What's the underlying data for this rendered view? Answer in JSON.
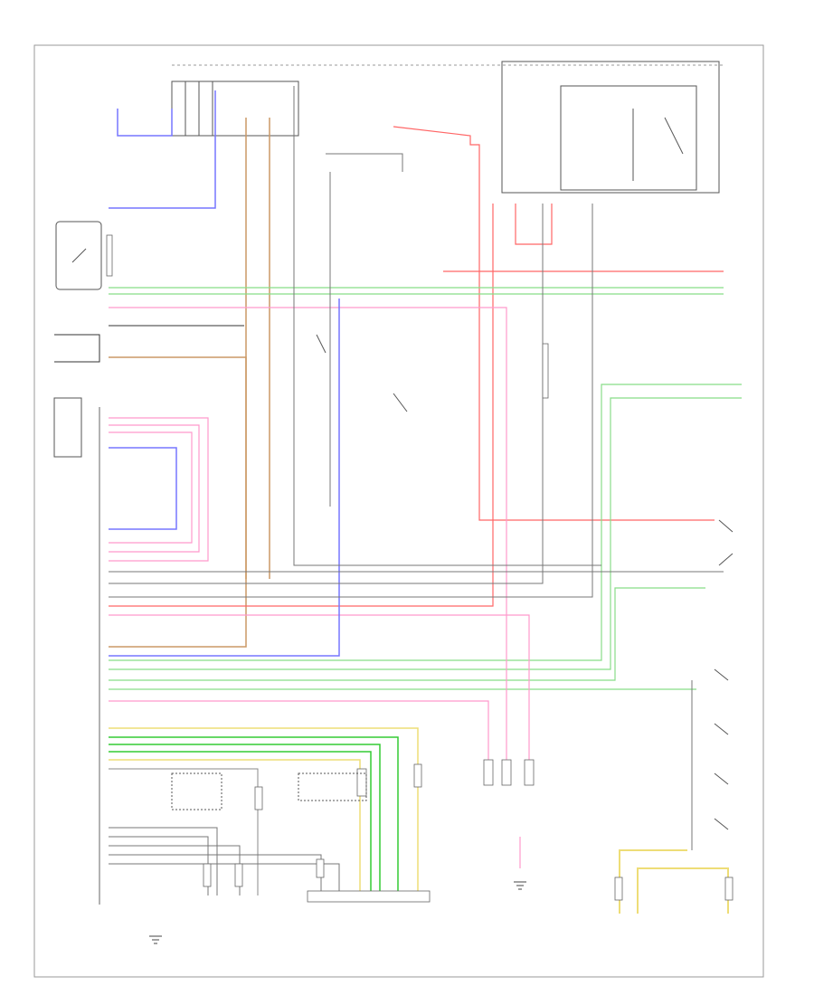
{
  "diagram": {
    "title": "",
    "wire_colors": {
      "pink": "#ff99cc",
      "red": "#ff6666",
      "blue": "#7777ff",
      "green": "#88dd88",
      "bright_green": "#33cc33",
      "orange": "#cc9966",
      "yellow": "#eedd77",
      "gray": "#777777",
      "black": "#333333"
    },
    "components": [
      {
        "id": "ecm",
        "name": "ecm-block"
      },
      {
        "id": "fuse-box",
        "name": "fuse-block"
      },
      {
        "id": "relay-box",
        "name": "relay-block"
      },
      {
        "id": "ground-1",
        "name": "ground"
      },
      {
        "id": "ground-2",
        "name": "ground"
      },
      {
        "id": "ground-3",
        "name": "ground"
      }
    ]
  }
}
